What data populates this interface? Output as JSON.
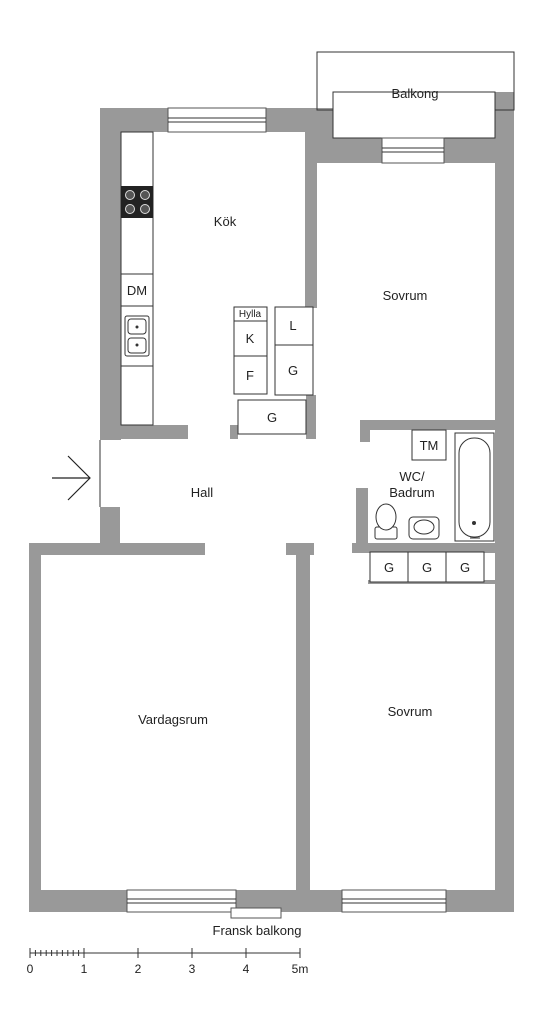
{
  "rooms": {
    "balkong": "Balkong",
    "kok": "Kök",
    "sovrum_top": "Sovrum",
    "hall": "Hall",
    "wc_line1": "WC/",
    "wc_line2": "Badrum",
    "vardagsrum": "Vardagsrum",
    "sovrum_bottom": "Sovrum",
    "fransk_balkong": "Fransk balkong"
  },
  "fixtures": {
    "dm": "DM",
    "hylla": "Hylla",
    "k": "K",
    "f": "F",
    "l": "L",
    "g_closet": "G",
    "g_kitchen_low": "G",
    "tm": "TM",
    "g_1": "G",
    "g_2": "G",
    "g_3": "G"
  },
  "scale": {
    "labels": [
      "0",
      "1",
      "2",
      "3",
      "4",
      "5m"
    ]
  },
  "icons": {
    "entrance": "entrance-arrow-icon",
    "stove": "stove-icon",
    "sink": "kitchen-sink-icon",
    "bathtub": "bathtub-icon",
    "toilet": "toilet-icon",
    "washbasin": "washbasin-icon"
  }
}
